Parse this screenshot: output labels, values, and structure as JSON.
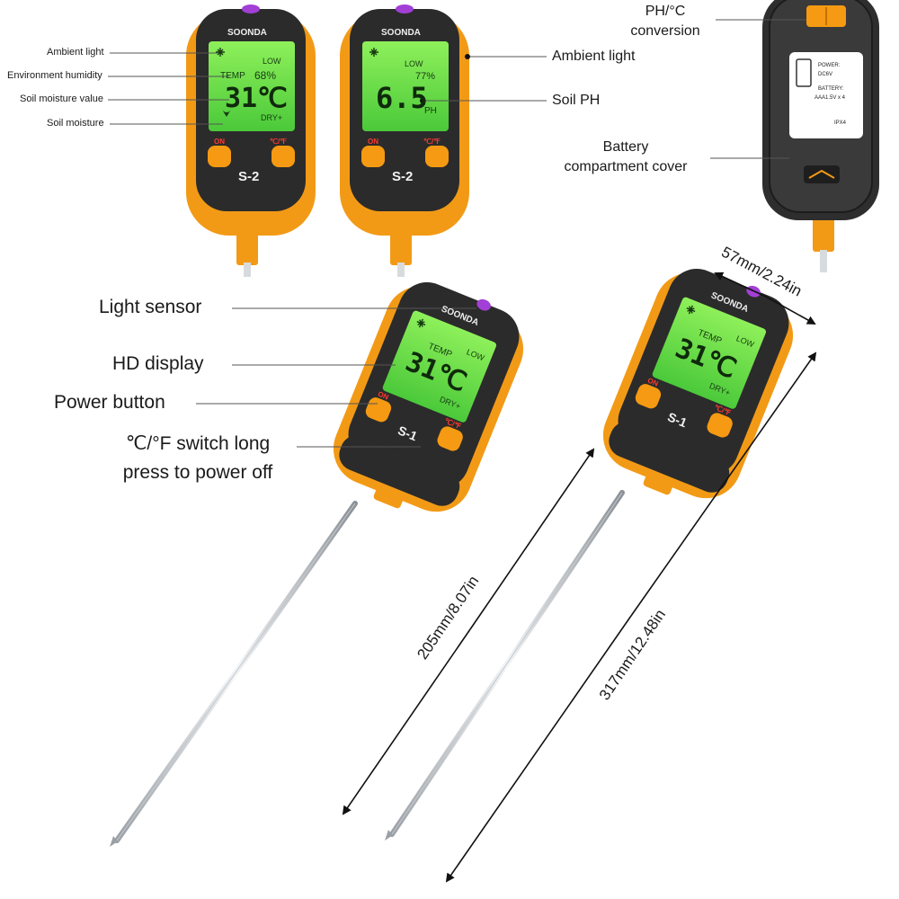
{
  "brand": "SOONDA",
  "meter_a": {
    "model": "S-2",
    "display": {
      "low": "LOW",
      "temp": "TEMP",
      "humidity": "68%",
      "reading": "31℃",
      "dry": "DRY+"
    },
    "buttons": {
      "on": "ON",
      "unit": "℃/℉"
    },
    "callouts": [
      "Ambient light",
      "Environment humidity",
      "Soil moisture value",
      "Soil moisture"
    ]
  },
  "meter_b": {
    "model": "S-2",
    "display": {
      "low": "LOW",
      "humidity": "77%",
      "reading": "6.5",
      "unit": "PH"
    },
    "buttons": {
      "on": "ON",
      "unit": "℃/℉"
    },
    "callouts": [
      "Ambient light",
      "Soil PH"
    ]
  },
  "back": {
    "callouts": {
      "conversion_l1": "PH/°C",
      "conversion_l2": "conversion",
      "battery_l1": "Battery",
      "battery_l2": "compartment cover"
    },
    "sticker": {
      "power": "POWER:",
      "power_value": "DC6V",
      "battery": "BATTERY:",
      "battery_value": "AAA1.5V x 4",
      "rating": "IPX4"
    }
  },
  "meter_c": {
    "model": "S-1",
    "display": {
      "low": "LOW",
      "temp": "TEMP",
      "reading": "31℃",
      "dry": "DRY+"
    },
    "buttons": {
      "on": "ON",
      "unit": "℃/℉"
    },
    "callouts": {
      "light_sensor": "Light sensor",
      "hd_display": "HD display",
      "power_button": "Power button",
      "switch_l1": "℃/°F switch long",
      "switch_l2": "press to power off"
    }
  },
  "meter_d": {
    "model": "S-1",
    "display": {
      "low": "LOW",
      "temp": "TEMP",
      "reading": "31℃",
      "dry": "DRY+"
    },
    "buttons": {
      "on": "ON",
      "unit": "℃/℉"
    }
  },
  "dimensions": {
    "width": "57mm/2.24in",
    "probe": "205mm/8.07in",
    "total": "317mm/12.48in"
  },
  "colors": {
    "orange": "#f29a16",
    "body": "#2b2b2b",
    "lcd": "#6fe24a",
    "button": "#f59a12",
    "sensor": "#a23fd6"
  }
}
